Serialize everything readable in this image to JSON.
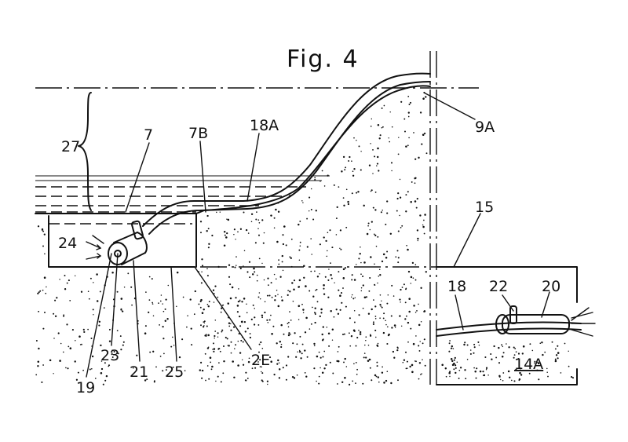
{
  "figure": {
    "title": "Fig. 4",
    "labels": {
      "l27": "27",
      "l7": "7",
      "l7B": "7B",
      "l18A": "18A",
      "l9A": "9A",
      "l24": "24",
      "l15": "15",
      "l18": "18",
      "l22": "22",
      "l20": "20",
      "l14A": "14A",
      "l19": "19",
      "l23": "23",
      "l21": "21",
      "l25": "25",
      "l2E": "2E"
    }
  }
}
